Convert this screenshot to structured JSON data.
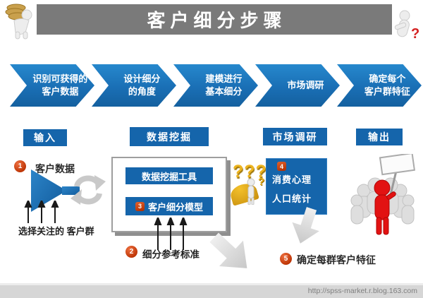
{
  "title": "客户细分步骤",
  "flow_steps": [
    {
      "line1": "识别可获得的",
      "line2": "客户数据"
    },
    {
      "line1": "设计细分",
      "line2": "的角度"
    },
    {
      "line1": "建模进行",
      "line2": "基本细分"
    },
    {
      "line1": "市场调研",
      "line2": ""
    },
    {
      "line1": "确定每个",
      "line2": "客户群特征"
    }
  ],
  "phase_labels": [
    "输入",
    "数据挖掘",
    "市场调研",
    "输出"
  ],
  "input_section": {
    "step_num": "1",
    "step_label": "客户数据",
    "caption": "选择关注的 客户群"
  },
  "mining_section": {
    "tool_label": "数据挖掘工具",
    "model_step_num": "3",
    "model_label": "客户细分模型",
    "ref_step_num": "2",
    "ref_label": "细分参考标准"
  },
  "research_section": {
    "step_num": "4",
    "line1": "消费心理",
    "line2": "人口统计",
    "question_marks": "???",
    "question_mark_small": "?"
  },
  "output_section": {
    "step_num": "5",
    "label": "确定每群客户特征"
  },
  "footer": {
    "url": "http://spss-market.r.blog.163.com"
  },
  "colors": {
    "title_bar_gray": "#7a7a7a",
    "chevron_blue": "#1b79c0",
    "label_blue": "#1565ab",
    "badge_orange": "#c43a08",
    "gold": "#e8b020",
    "arrow_gray": "#d0d0d0",
    "figure_red": "#e21212"
  }
}
